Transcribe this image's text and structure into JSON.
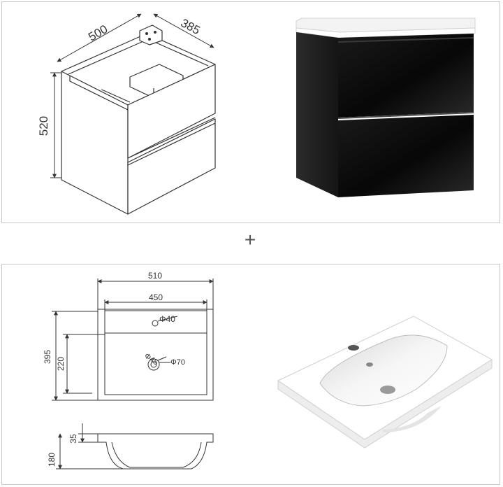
{
  "cabinet_drawing": {
    "width_label": "500",
    "depth_label": "385",
    "height_label": "520"
  },
  "separator": {
    "symbol": "+"
  },
  "basin_drawing": {
    "overall_width_label": "510",
    "bowl_width_label": "450",
    "tap_hole_label": "Φ40",
    "overall_depth_label": "395",
    "bowl_depth_label": "220",
    "drain_inner_label": "Φ45",
    "drain_outer_label": "Φ70",
    "rim_thickness_label": "35",
    "basin_height_label": "180"
  },
  "colors": {
    "cabinet_finish": "#111111",
    "basin_white": "#ffffff",
    "line": "#333333",
    "panel_border": "#c7c7c7"
  }
}
